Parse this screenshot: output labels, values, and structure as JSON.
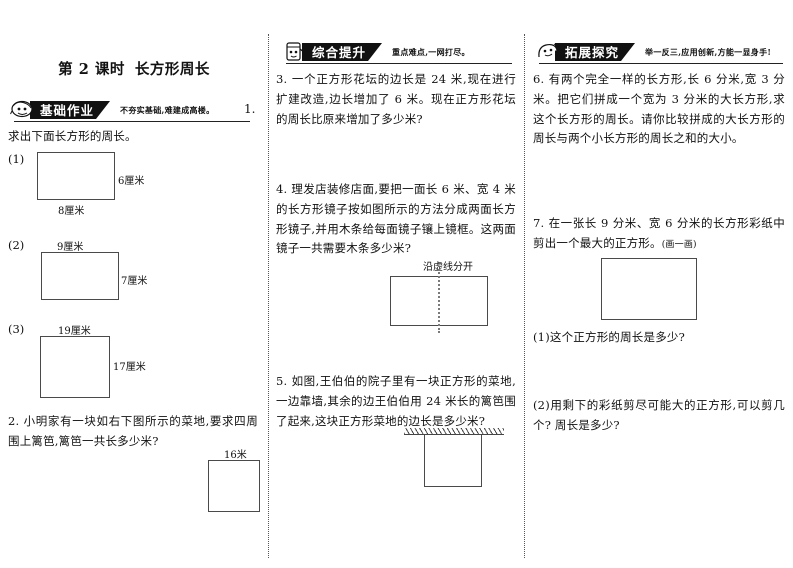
{
  "sheet": {
    "title_lesson": "第 2 课时",
    "title_topic": "长方形周长",
    "item_marker_1": "1."
  },
  "sections": [
    {
      "name": "basic",
      "tag": "基础作业",
      "motto": "不夯实基础,难建成高楼。",
      "mascot": "student-mascot-icon"
    },
    {
      "name": "comprehensive",
      "tag": "综合提升",
      "motto": "重点难点,一网打尽。",
      "mascot": "student-mascot-icon"
    },
    {
      "name": "extension",
      "tag": "拓展探究",
      "motto": "举一反三,应用创新,方能一显身手!",
      "mascot": "student-mascot-icon"
    }
  ],
  "column1": {
    "prompt": "求出下面长方形的周长。",
    "figures": [
      {
        "no": "(1)",
        "width_label": "8厘米",
        "height_label": "6厘米"
      },
      {
        "no": "(2)",
        "width_label": "9厘米",
        "height_label": "7厘米"
      },
      {
        "no": "(3)",
        "width_label": "19厘米",
        "height_label": "17厘米"
      }
    ],
    "question2": {
      "number": "2.",
      "text": "小明家有一块如右下图所示的菜地,要求四周围上篱笆,篱笆一共长多少米?",
      "figure_label": "16米"
    }
  },
  "column2": {
    "question3": {
      "number": "3.",
      "text": "一个正方形花坛的边长是 24 米,现在进行扩建改造,边长增加了 6 米。现在正方形花坛的周长比原来增加了多少米?"
    },
    "question4": {
      "number": "4.",
      "text": "理发店装修店面,要把一面长 6 米、宽 4 米的长方形镜子按如图所示的方法分成两面长方形镜子,并用木条给每面镜子镶上镜框。这两面镜子一共需要木条多少米?",
      "figure_caption": "沿虚线分开"
    },
    "question5": {
      "number": "5.",
      "text": "如图,王伯伯的院子里有一块正方形的菜地,一边靠墙,其余的边王伯伯用 24 米长的篱笆围了起来,这块正方形菜地的边长是多少米?"
    }
  },
  "column3": {
    "question6": {
      "number": "6.",
      "text": "有两个完全一样的长方形,长 6 分米,宽 3 分米。把它们拼成一个宽为 3 分米的大长方形,求这个长方形的周长。请你比较拼成的大长方形的周长与两个小长方形的周长之和的大小。"
    },
    "question7": {
      "number": "7.",
      "text": "在一张长 9 分米、宽 6 分米的长方形彩纸中剪出一个最大的正方形。",
      "hint": "(画一画)",
      "sub1": "(1)这个正方形的周长是多少?",
      "sub2": "(2)用剩下的彩纸剪尽可能大的正方形,可以剪几个? 周长是多少?"
    }
  },
  "colors": {
    "ink": "#111111",
    "rule": "#222222",
    "figure_stroke": "#4a4a4a",
    "divider": "#555555"
  }
}
